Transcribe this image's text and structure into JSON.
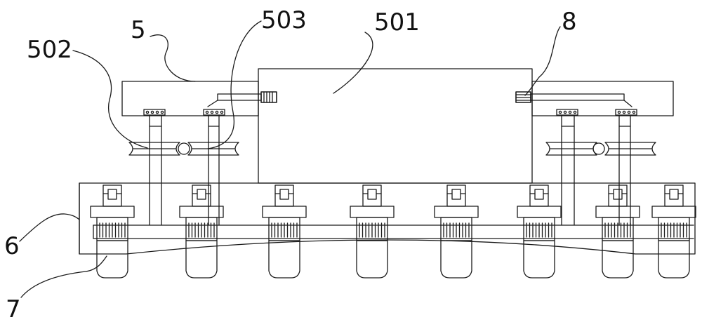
{
  "labels": {
    "l5": "5",
    "l503": "503",
    "l501": "501",
    "l8": "8",
    "l502": "502",
    "l6": "6",
    "l7": "7"
  },
  "modules": {
    "motor_count": 8,
    "pulley_pairs_per_side": 2
  },
  "colors": {
    "stroke": "#1a1a1a",
    "background": "#ffffff"
  }
}
